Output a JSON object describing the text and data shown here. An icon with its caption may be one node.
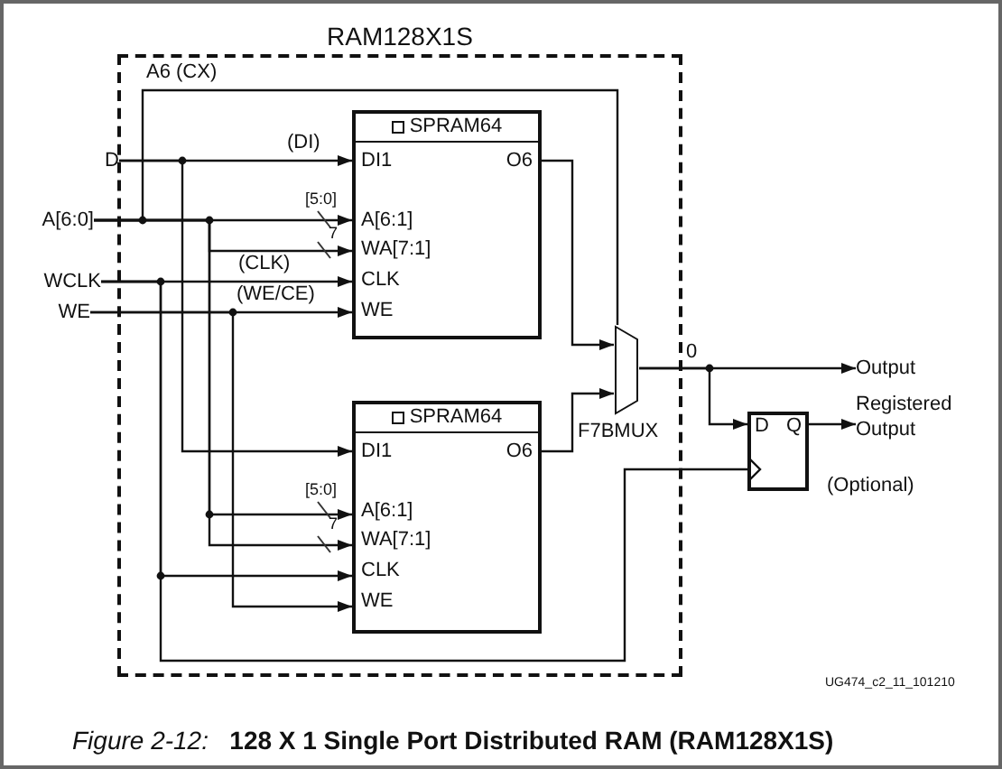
{
  "diagram": {
    "caption": "*Figure 2-12:*   **128 X 1 Single Port Distributed RAM (RAM128X1S)**",
    "nodes": [
      {
        "text": [
          "RAM128X1S"
        ]
      },
      {
        "text": [
          "SPRAM64",
          "DI1",
          "O6",
          "A[6:1]",
          "WA[7:1]",
          "CLK",
          "WE"
        ],
        "in": 0
      },
      {
        "text": [
          "SPRAM64",
          "DI1",
          "O6",
          "A[6:1]",
          "WA[7:1]",
          "CLK",
          "WE"
        ],
        "in": 0
      },
      {
        "text": [],
        "shape": "trapezoid",
        "beside": [
          "F7BMUX"
        ],
        "in": 0
      },
      {
        "text": [
          "D",
          "Q"
        ],
        "beside": [
          "(Optional)"
        ]
      },
      {
        "text": [
          "D"
        ]
      },
      {
        "text": [
          "A[6:0]"
        ]
      },
      {
        "text": [
          "WCLK"
        ]
      },
      {
        "text": [
          "WE"
        ]
      },
      {
        "text": [
          "Output"
        ]
      },
      {
        "text": [
          "Registered Output"
        ]
      }
    ],
    "edges": [
      {
        "from": 5,
        "to": 1,
        "arrow": "to",
        "label": "(DI)"
      },
      {
        "from": 5,
        "to": 2,
        "arrow": "to"
      },
      {
        "from": 6,
        "to": 1,
        "arrow": "to"
      },
      {
        "from": 6,
        "to": 1,
        "arrow": "to"
      },
      {
        "from": 6,
        "to": 2,
        "arrow": "to"
      },
      {
        "from": 6,
        "to": 2,
        "arrow": "to"
      },
      {
        "from": 6,
        "to": 3,
        "arrow": "none",
        "label": "A6 (CX)"
      },
      {
        "from": 7,
        "to": 1,
        "arrow": "to",
        "label": "(CLK)"
      },
      {
        "from": 7,
        "to": 2,
        "arrow": "to"
      },
      {
        "from": 7,
        "to": 4,
        "arrow": "to"
      },
      {
        "from": 8,
        "to": 1,
        "arrow": "to",
        "label": "(WE/CE)"
      },
      {
        "from": 8,
        "to": 2,
        "arrow": "to"
      },
      {
        "from": 1,
        "to": 3,
        "arrow": "to"
      },
      {
        "from": 2,
        "to": 3,
        "arrow": "to"
      },
      {
        "from": 3,
        "to": 9,
        "arrow": "to",
        "label": "0"
      },
      {
        "from": 3,
        "to": 4,
        "arrow": "to"
      },
      {
        "from": 4,
        "to": 10,
        "arrow": "to"
      }
    ],
    "labels": [
      "[5:0]",
      "7",
      "[5:0]",
      "7",
      "UG474_c2_11_101210"
    ]
  }
}
